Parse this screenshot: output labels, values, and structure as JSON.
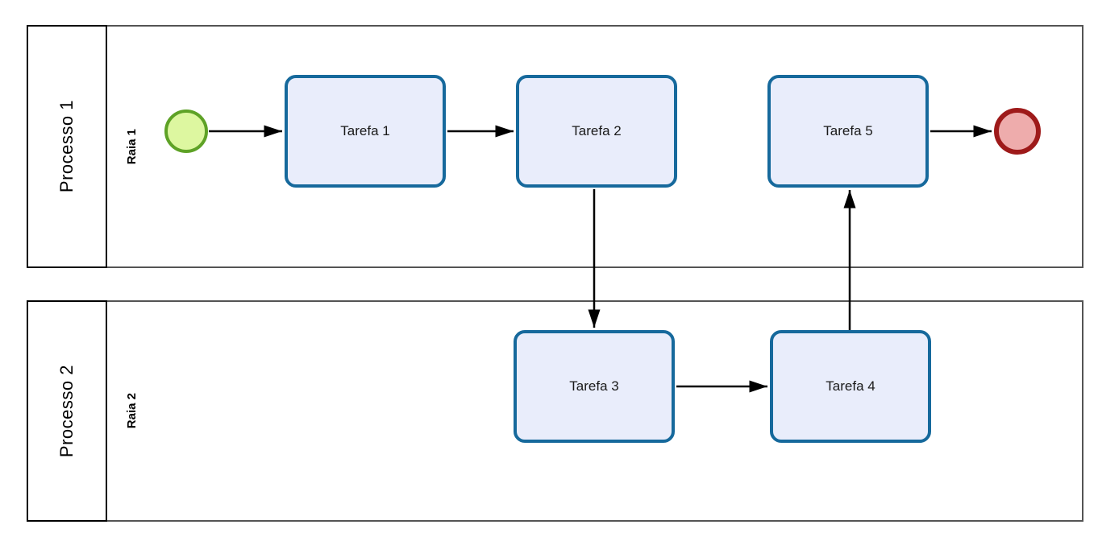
{
  "diagram": {
    "type": "bpmn-flowchart",
    "pools": [
      {
        "name": "Processo 1",
        "lane": "Raia 1"
      },
      {
        "name": "Processo 2",
        "lane": "Raia 2"
      }
    ],
    "tasks": [
      {
        "id": "tarefa1",
        "label": "Tarefa 1",
        "pool": "Processo 1"
      },
      {
        "id": "tarefa2",
        "label": "Tarefa 2",
        "pool": "Processo 1"
      },
      {
        "id": "tarefa3",
        "label": "Tarefa 3",
        "pool": "Processo 2"
      },
      {
        "id": "tarefa4",
        "label": "Tarefa 4",
        "pool": "Processo 2"
      },
      {
        "id": "tarefa5",
        "label": "Tarefa 5",
        "pool": "Processo 1"
      }
    ],
    "events": [
      {
        "id": "start",
        "type": "start-event",
        "pool": "Processo 1"
      },
      {
        "id": "end",
        "type": "end-event",
        "pool": "Processo 1"
      }
    ],
    "flows": [
      {
        "from": "start",
        "to": "tarefa1"
      },
      {
        "from": "tarefa1",
        "to": "tarefa2"
      },
      {
        "from": "tarefa2",
        "to": "tarefa3"
      },
      {
        "from": "tarefa3",
        "to": "tarefa4"
      },
      {
        "from": "tarefa4",
        "to": "tarefa5"
      },
      {
        "from": "tarefa5",
        "to": "end"
      }
    ],
    "colors": {
      "task_fill": "#e9edfb",
      "task_border": "#16699c",
      "start_fill": "#ddf7a0",
      "start_border": "#5ea226",
      "end_fill": "#eeacac",
      "end_border": "#9e1a1a",
      "pool_border": "#545454",
      "header_border": "#000000",
      "flow_color": "#000000"
    }
  }
}
